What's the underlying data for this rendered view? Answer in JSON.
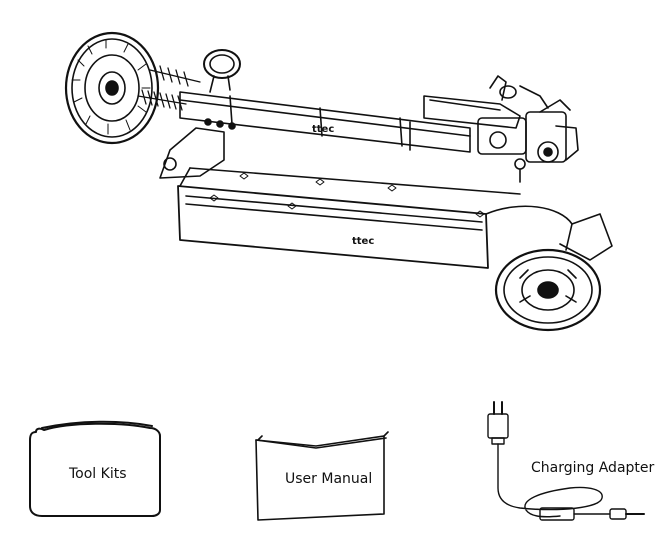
{
  "scooter": {
    "brand_stem": "ttec",
    "brand_deck": "ttec"
  },
  "accessories": [
    {
      "label": "Tool Kits",
      "icon": "toolkit-box-icon"
    },
    {
      "label": "User Manual",
      "icon": "manual-booklet-icon"
    },
    {
      "label": "Charging Adapter",
      "icon": "charger-adapter-icon"
    }
  ],
  "colors": {
    "line": "#111111",
    "background": "#ffffff"
  }
}
